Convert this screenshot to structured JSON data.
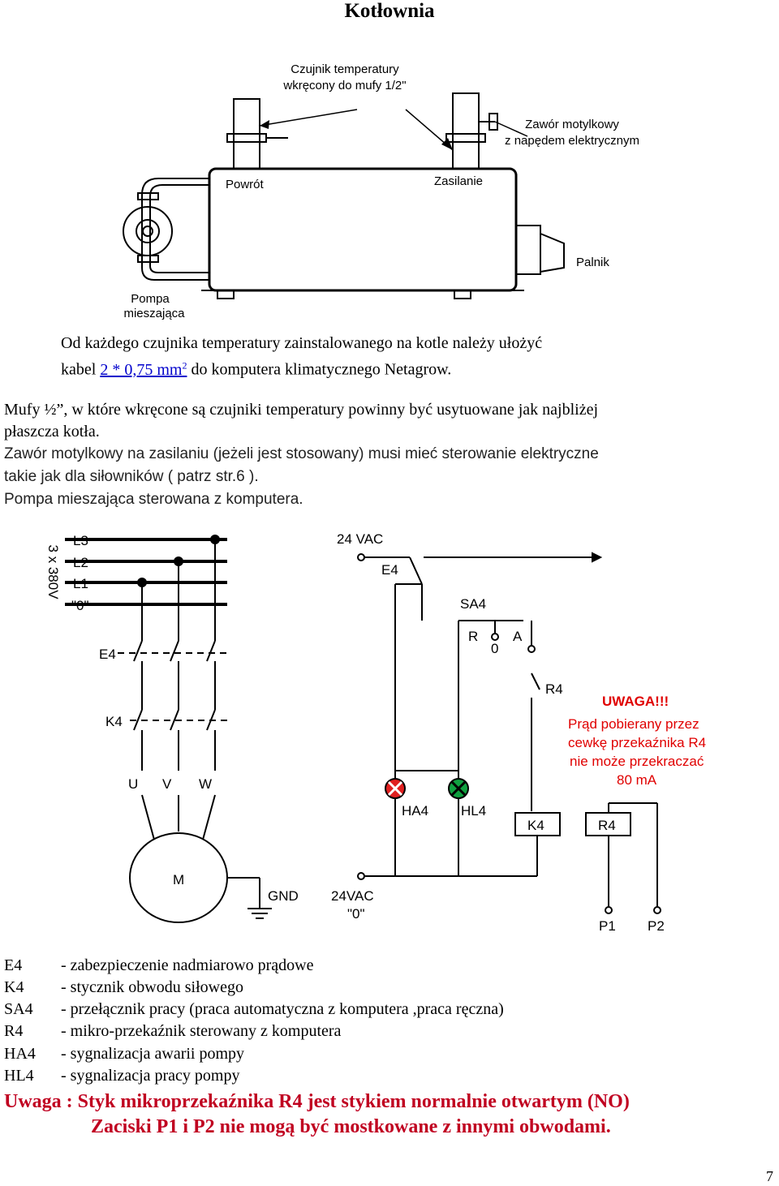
{
  "page": {
    "title": "Kotłownia",
    "page_number": "7"
  },
  "boiler_figure": {
    "label_sensor": [
      "Czujnik temperatury",
      "wkręcony do mufy 1/2\""
    ],
    "label_valve": [
      "Zawór motylkowy",
      "z napędem elektrycznym"
    ],
    "label_return": "Powrót",
    "label_supply": "Zasilanie",
    "label_burner": "Palnik",
    "label_pump": [
      "Pompa",
      "mieszająca"
    ]
  },
  "text": {
    "cable_line1": "Od każdego czujnika temperatury zainstalowanego na kotle należy ułożyć",
    "cable_prefix": "kabel ",
    "cable_link": "2 * 0,75 mm",
    "cable_sup": "2",
    "cable_suffix": " do komputera klimatycznego Netagrow.",
    "mufy_line1": "Mufy ½”, w które wkręcone są czujniki temperatury powinny być usytuowane jak najbliżej",
    "mufy_line2": "płaszcza kotła.",
    "valve_line1": "Zawór motylkowy na zasilaniu (jeżeli jest stosowany) musi mieć sterowanie elektryczne",
    "valve_line2": "takie jak dla siłowników ( patrz str.6 ).",
    "pump_line": "Pompa mieszająca sterowana z komputera."
  },
  "schematic": {
    "supply_voltage": "3 x 380V",
    "phases": [
      "L3",
      "L2",
      "L1",
      "\"0\""
    ],
    "vac_top": "24 VAC",
    "vac_bottom": "24VAC",
    "vac_bottom_zero": "\"0\"",
    "e4": "E4",
    "k4": "K4",
    "sa4": "SA4",
    "sa4_positions": [
      "R",
      "0",
      "A"
    ],
    "r4": "R4",
    "motor_terminals": [
      "U",
      "V",
      "W"
    ],
    "motor": "M",
    "gnd": "GND",
    "ha4": "HA4",
    "hl4": "HL4",
    "p1": "P1",
    "p2": "P2",
    "warning_title": "UWAGA!!!",
    "warning_lines": [
      "Prąd pobierany przez",
      "cewkę przekaźnika R4",
      "nie może przekraczać",
      "80 mA"
    ]
  },
  "legend": [
    {
      "code": "E4",
      "desc": "- zabezpieczenie nadmiarowo prądowe"
    },
    {
      "code": "K4",
      "desc": "- stycznik obwodu siłowego"
    },
    {
      "code": "SA4",
      "desc": "- przełącznik pracy (praca automatyczna z komputera ,praca ręczna)"
    },
    {
      "code": "R4",
      "desc": "- mikro-przekaźnik sterowany z komputera"
    },
    {
      "code": "HA4",
      "desc": "- sygnalizacja awarii pompy"
    },
    {
      "code": "HL4",
      "desc": "- sygnalizacja pracy pompy"
    }
  ],
  "warning": {
    "line1": "Uwaga : Styk mikroprzekaźnika R4 jest stykiem normalnie otwartym (NO)",
    "line2": "Zaciski P1 i P2 nie mogą być mostkowane z innymi obwodami."
  },
  "colors": {
    "link": "#0000cc",
    "warning": "#c00020",
    "lamp_red": "#e02020",
    "lamp_green": "#10a040"
  }
}
